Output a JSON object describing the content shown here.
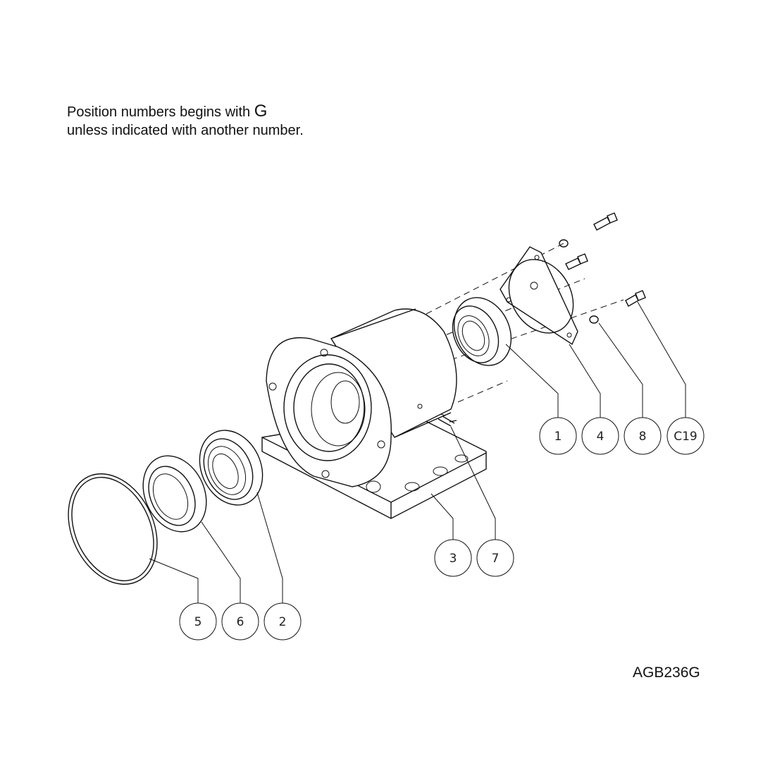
{
  "note": {
    "line1_prefix": "Position numbers begins with",
    "line1_letter": "G",
    "line2": "unless indicated with another number."
  },
  "drawing_id": "AGB236G",
  "balloons": [
    "1",
    "4",
    "8",
    "C19",
    "3",
    "7",
    "5",
    "6",
    "2"
  ]
}
